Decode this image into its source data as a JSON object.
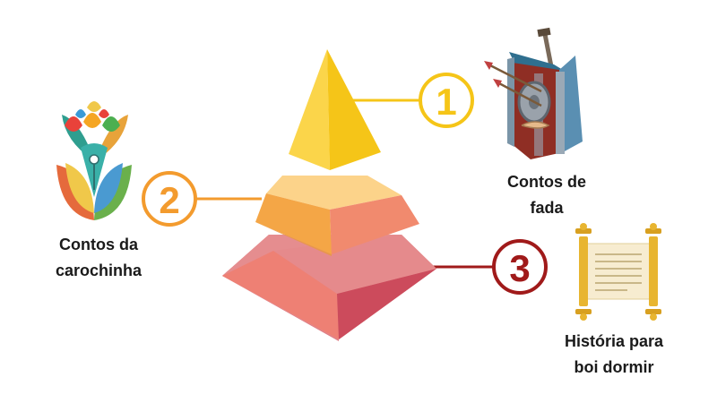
{
  "colors": {
    "level1": "#F5C518",
    "level2": "#F39B2E",
    "level3": "#A01A1A",
    "text": "#1a1a1a"
  },
  "items": [
    {
      "number": "1",
      "label_line1": "Contos de",
      "label_line2": "fada",
      "icon": "fairy-tale-book-icon"
    },
    {
      "number": "2",
      "label_line1": "Contos da",
      "label_line2": "carochinha",
      "icon": "quill-pen-book-icon"
    },
    {
      "number": "3",
      "label_line1": "História para",
      "label_line2": "boi dormir",
      "icon": "scroll-icon"
    }
  ]
}
